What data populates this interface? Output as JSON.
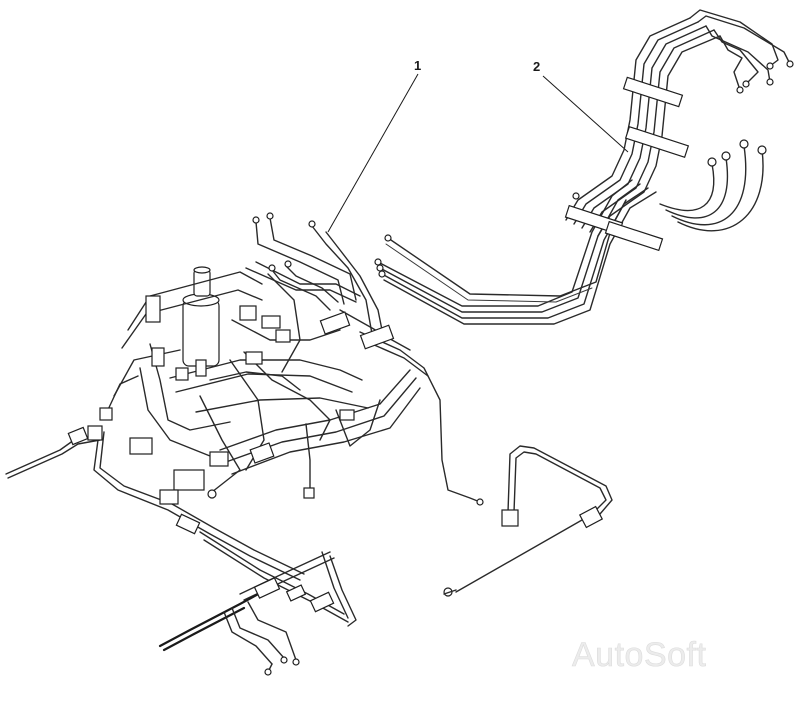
{
  "callouts": [
    {
      "id": "1",
      "label": "1"
    },
    {
      "id": "2",
      "label": "2"
    }
  ],
  "watermark": "AutoSoft",
  "colors": {
    "background": "#ffffff",
    "ink": "#1f1f1f",
    "watermark": "#ececec"
  }
}
